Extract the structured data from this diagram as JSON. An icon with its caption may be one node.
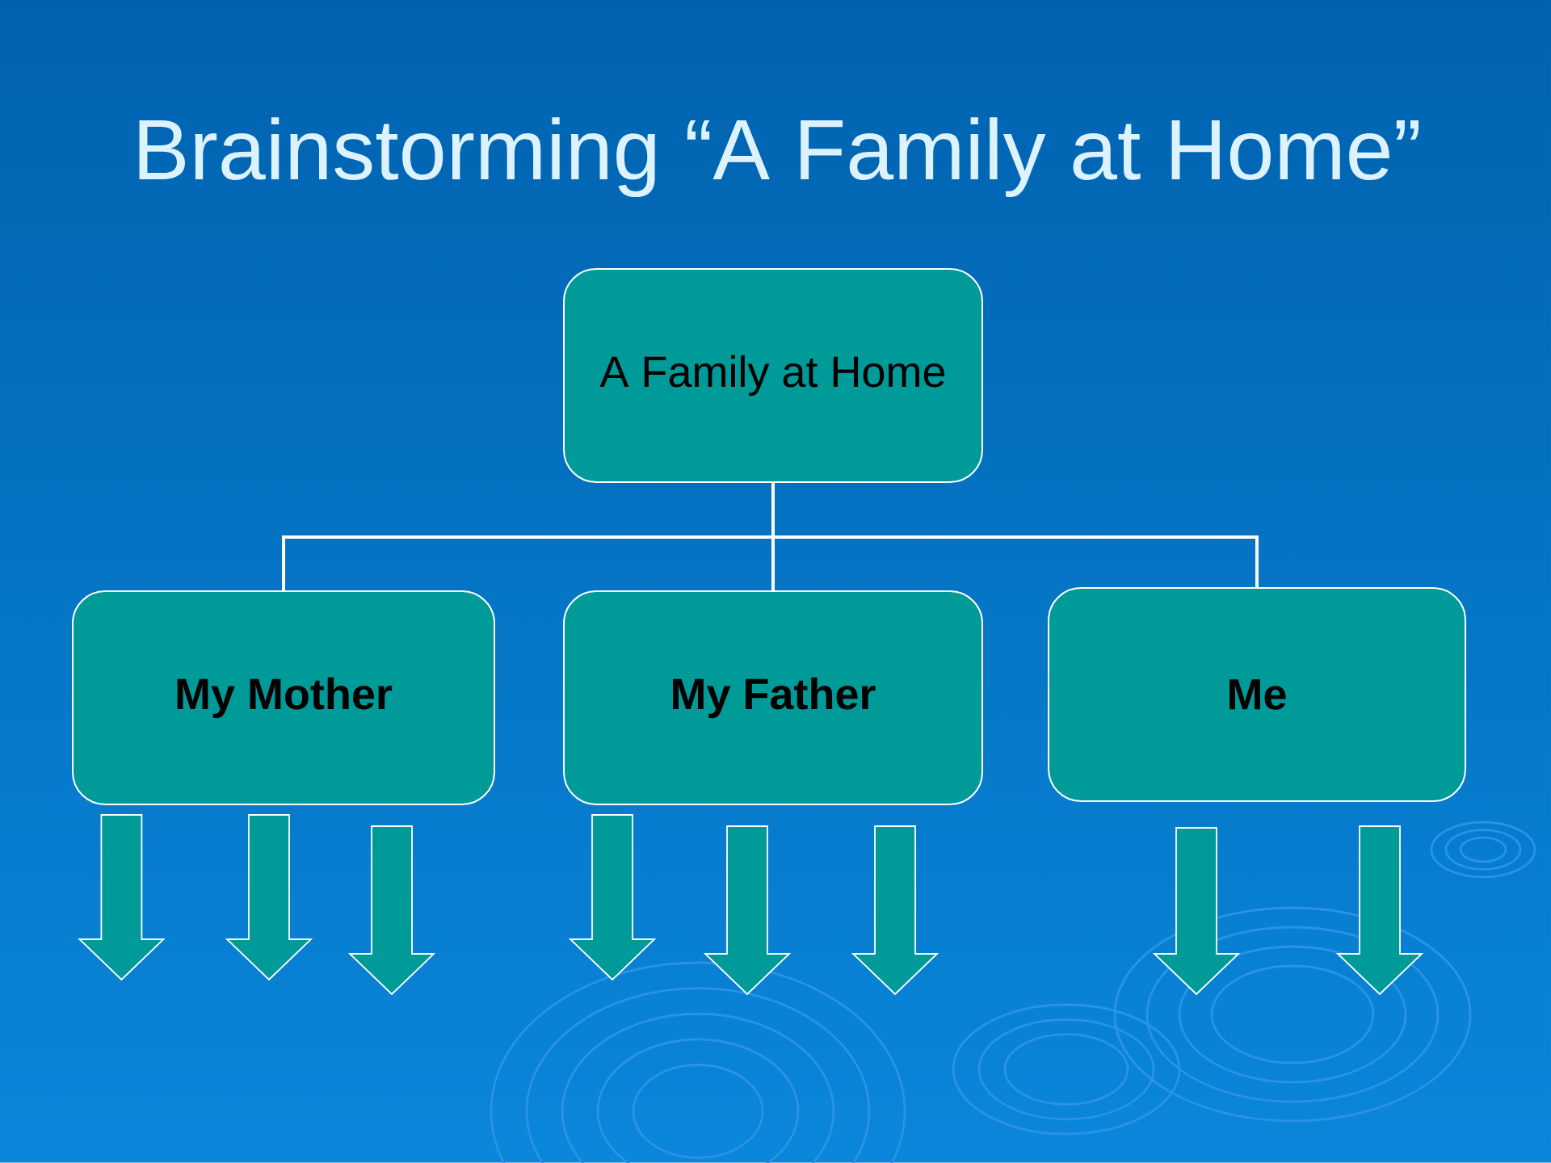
{
  "diagram": {
    "title": "Brainstorming “A Family at Home”",
    "nodes": [
      {
        "text": [
          "A Family at Home"
        ]
      },
      {
        "text": [
          "My Mother"
        ]
      },
      {
        "text": [
          "My Father"
        ]
      },
      {
        "text": [
          "Me"
        ]
      }
    ],
    "edges": [
      {
        "from": 0,
        "to": 1,
        "arrow": "none"
      },
      {
        "from": 0,
        "to": 2,
        "arrow": "none"
      },
      {
        "from": 0,
        "to": 3,
        "arrow": "none"
      },
      {
        "from": 1,
        "to": null,
        "arrow": "to",
        "style": "thick"
      },
      {
        "from": 1,
        "to": null,
        "arrow": "to",
        "style": "thick"
      },
      {
        "from": 1,
        "to": null,
        "arrow": "to",
        "style": "thick"
      },
      {
        "from": 2,
        "to": null,
        "arrow": "to",
        "style": "thick"
      },
      {
        "from": 2,
        "to": null,
        "arrow": "to",
        "style": "thick"
      },
      {
        "from": 2,
        "to": null,
        "arrow": "to",
        "style": "thick"
      },
      {
        "from": 3,
        "to": null,
        "arrow": "to",
        "style": "thick"
      },
      {
        "from": 3,
        "to": null,
        "arrow": "to",
        "style": "thick"
      }
    ]
  }
}
